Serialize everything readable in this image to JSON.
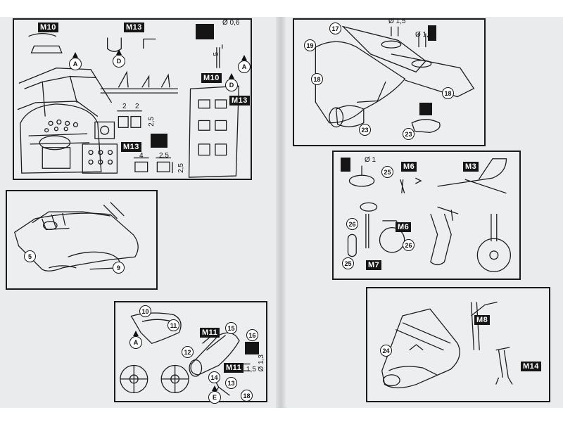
{
  "panels": {
    "cockpit": {
      "labels": {
        "m10": "M10",
        "m13_top": "M13",
        "m10_seat": "M10",
        "m13_seat": "M13",
        "m13_panel": "M13"
      },
      "refs": {
        "a1": "A",
        "d1": "D",
        "a2": "A",
        "d2": "D"
      },
      "dims": {
        "d06": "Ø 0,6",
        "d5": "5",
        "d2a": "2",
        "d2b": "2",
        "d25": "2,5",
        "d4": "4",
        "d25b": "2,5",
        "d25c": "2,5"
      }
    },
    "fuselage": {
      "parts": {
        "p5": "5",
        "p9": "9"
      }
    },
    "nose": {
      "labels": {
        "m11a": "M11",
        "m11b": "M11"
      },
      "parts": {
        "p10": "10",
        "p11": "11",
        "p12": "12",
        "p13": "13",
        "p14": "14",
        "p15": "15",
        "p16": "16",
        "p18": "18"
      },
      "refs": {
        "a": "A",
        "e": "E"
      },
      "dims": {
        "d15": "1,5",
        "d13": "Ø 1,3"
      }
    },
    "wings": {
      "parts": {
        "p17": "17",
        "p19": "19",
        "p18a": "18",
        "p18b": "18",
        "p23a": "23",
        "p23b": "23"
      },
      "dims": {
        "d15a": "Ø 1,5",
        "d15b": "Ø 1,5"
      }
    },
    "gear": {
      "labels": {
        "m6a": "M6",
        "m3": "M3",
        "m6b": "M6",
        "m7": "M7"
      },
      "parts": {
        "p25a": "25",
        "p26a": "26",
        "p26b": "26",
        "p25b": "25"
      },
      "dims": {
        "d1": "Ø 1"
      }
    },
    "tail": {
      "labels": {
        "m8": "M8",
        "m14": "M14"
      },
      "parts": {
        "p24": "24"
      }
    }
  }
}
